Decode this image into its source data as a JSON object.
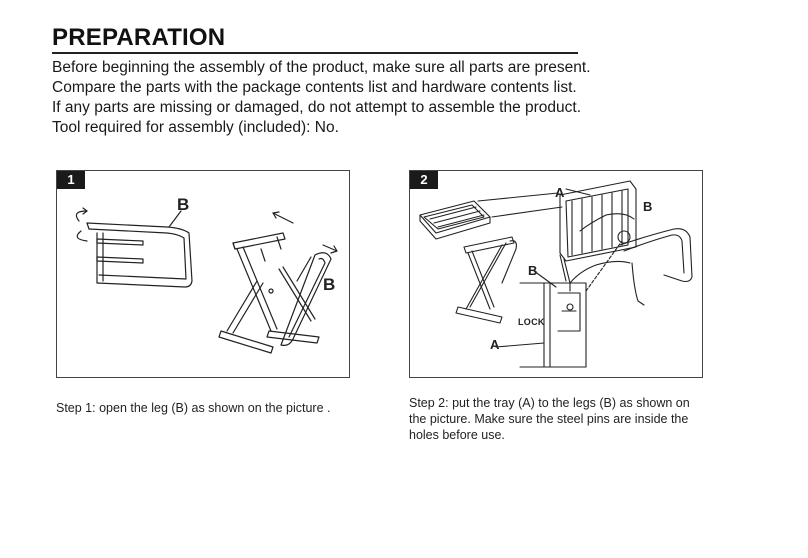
{
  "heading": "PREPARATION",
  "intro_lines": [
    "Before beginning the assembly of the product, make sure all parts are present.",
    "Compare the parts with the package contents list and hardware contents list.",
    "If any parts are missing or damaged, do not attempt to assemble the product.",
    "Tool required for assembly (included): No."
  ],
  "steps": [
    {
      "number": "1",
      "labels": {
        "b_top": "B",
        "b_right": "B"
      },
      "caption": "Step 1: open the leg (B) as shown on the picture ."
    },
    {
      "number": "2",
      "labels": {
        "a_top": "A",
        "b_top": "B",
        "b_mid": "B",
        "lock": "LOCK",
        "a_bottom": "A"
      },
      "caption": "Step 2: put the tray (A) to the legs (B) as shown on the picture. Make sure the steel pins are inside the holes before use."
    }
  ]
}
